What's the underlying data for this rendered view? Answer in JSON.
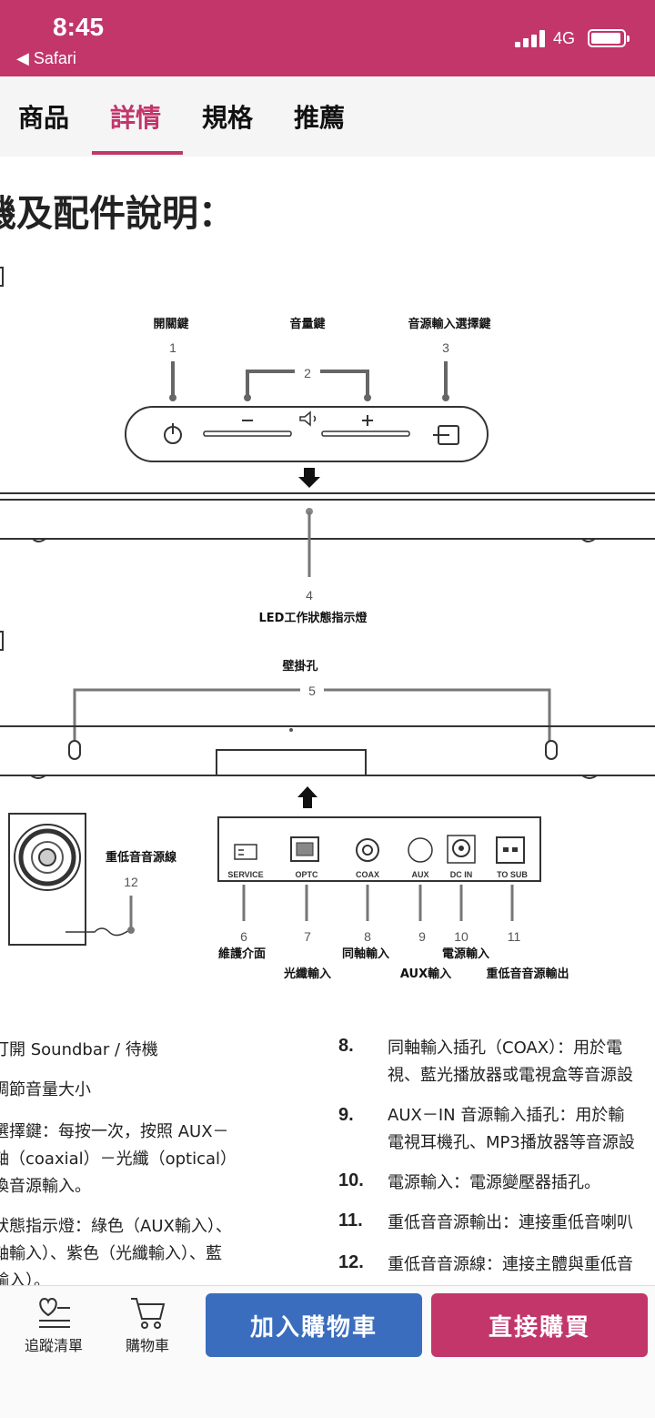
{
  "status_bar": {
    "time": "8:45",
    "back_label": "◀ Safari",
    "network": "4G"
  },
  "tabs": [
    {
      "label": "商品"
    },
    {
      "label": "詳情"
    },
    {
      "label": "規格"
    },
    {
      "label": "推薦"
    }
  ],
  "active_tab": "詳情",
  "content": {
    "heading": "機及配件說明：",
    "diagram": {
      "top_labels": {
        "power": "開關鍵",
        "volume": "音量鍵",
        "source": "音源輸入選擇鍵"
      },
      "numbers": [
        "1",
        "2",
        "3",
        "4",
        "5",
        "6",
        "7",
        "8",
        "9",
        "10",
        "11",
        "12"
      ],
      "led_label": "LED工作狀態指示燈",
      "wall_mount_label": "壁掛孔",
      "sub_cable_label": "重低音音源線",
      "port_labels": [
        "SERVICE",
        "OPTC",
        "COAX",
        "AUX",
        "DC IN",
        "TO SUB"
      ],
      "bottom_labels": {
        "service": "維護介面",
        "optical": "光纖輸入",
        "coax": "同軸輸入",
        "aux": "AUX輸入",
        "dc": "電源輸入",
        "sub_out": "重低音音源輸出"
      }
    },
    "left_desc": [
      "打開 Soundbar / 待機",
      "調節音量大小",
      "選擇鍵：每按一次，按照 AUX－",
      "軸（coaxial）－光纖（optical）",
      "換音源輸入。",
      "狀態指示燈：綠色（AUX輸入）、",
      "軸輸入）、紫色（光纖輸入）、藍",
      "輸入）。"
    ],
    "right_desc": [
      {
        "num": "8.",
        "lines": [
          "同軸輸入插孔（COAX）：用於電",
          "視、藍光播放器或電視盒等音源設"
        ]
      },
      {
        "num": "9.",
        "lines": [
          "AUX－IN 音源輸入插孔：用於輸",
          "電視耳機孔、MP3播放器等音源設"
        ]
      },
      {
        "num": "10.",
        "lines": [
          "電源輸入：電源變壓器插孔。"
        ]
      },
      {
        "num": "11.",
        "lines": [
          "重低音音源輸出：連接重低音喇叭"
        ]
      },
      {
        "num": "12.",
        "lines": [
          "重低音音源線：連接主體與重低音"
        ]
      }
    ]
  },
  "bottom_bar": {
    "wishlist_label": "追蹤清單",
    "cart_label": "購物車",
    "add_to_cart": "加入購物車",
    "buy_now": "直接購買"
  },
  "colors": {
    "brand": "#c2366a",
    "cart_button": "#3a6dbd"
  }
}
